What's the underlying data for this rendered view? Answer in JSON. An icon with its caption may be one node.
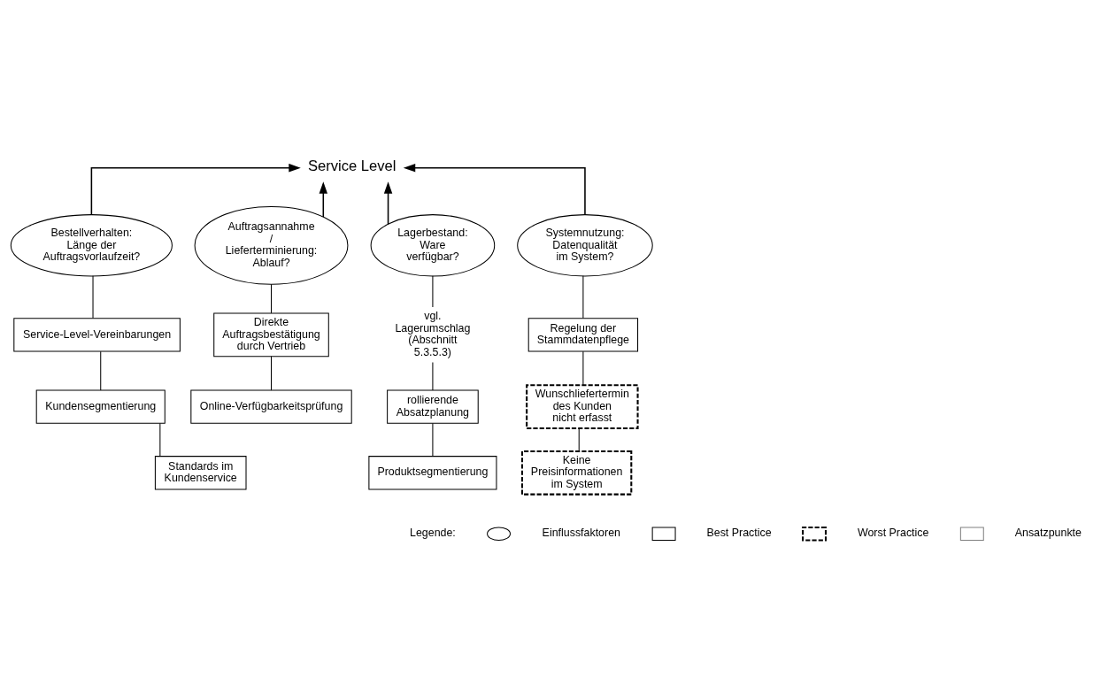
{
  "diagram": {
    "nodes": [
      {
        "text": [
          "Service Level"
        ]
      },
      {
        "text": [
          "Bestellverhalten: Länge der Auftragsvorlaufzeit?"
        ]
      },
      {
        "text": [
          "Auftragsannahme / Lieferterminierung: Ablauf?"
        ]
      },
      {
        "text": [
          "Lagerbestand: Ware verfügbar?"
        ]
      },
      {
        "text": [
          "Systemnutzung: Datenqualität im System?"
        ]
      },
      {
        "text": [
          "Service-Level-Vereinbarungen"
        ]
      },
      {
        "text": [
          "Kundensegmentierung"
        ]
      },
      {
        "text": [
          "Standards im Kundenservice"
        ]
      },
      {
        "text": [
          "Direkte Auftragsbestätigung durch Vertrieb"
        ]
      },
      {
        "text": [
          "Online-Verfügbarkeitsprüfung"
        ]
      },
      {
        "text": [
          "vgl. Lagerumschlag (Abschnitt 5.3.5.3)"
        ]
      },
      {
        "text": [
          "rollierende Absatzplanung"
        ]
      },
      {
        "text": [
          "Produktsegmentierung"
        ]
      },
      {
        "text": [
          "Regelung der Stammdatenpflege"
        ]
      },
      {
        "text": [
          "Wunschliefertermin des Kunden nicht erfasst"
        ]
      },
      {
        "text": [
          "Keine Preisinformationen im System"
        ]
      }
    ],
    "edges": [
      {
        "from": 1,
        "to": 0,
        "arrow": "to"
      },
      {
        "from": 2,
        "to": 0,
        "arrow": "to"
      },
      {
        "from": 3,
        "to": 0,
        "arrow": "to"
      },
      {
        "from": 4,
        "to": 0,
        "arrow": "to"
      },
      {
        "from": 1,
        "to": 5,
        "arrow": "none"
      },
      {
        "from": 5,
        "to": 6,
        "arrow": "none"
      },
      {
        "from": 6,
        "to": 7,
        "arrow": "none"
      },
      {
        "from": 2,
        "to": 8,
        "arrow": "none"
      },
      {
        "from": 8,
        "to": 9,
        "arrow": "none"
      },
      {
        "from": 3,
        "to": 10,
        "arrow": "none"
      },
      {
        "from": 10,
        "to": 11,
        "arrow": "none"
      },
      {
        "from": 11,
        "to": 12,
        "arrow": "none"
      },
      {
        "from": 4,
        "to": 13,
        "arrow": "none"
      },
      {
        "from": 13,
        "to": 14,
        "arrow": "none"
      },
      {
        "from": 14,
        "to": 15,
        "arrow": "none"
      }
    ],
    "labels": [
      "Legende:"
    ],
    "legend": [
      {
        "text": "Einflussfaktoren"
      },
      {
        "text": "Best Practice"
      },
      {
        "text": "Worst Practice"
      },
      {
        "text": "Ansatzpunkte"
      }
    ]
  }
}
